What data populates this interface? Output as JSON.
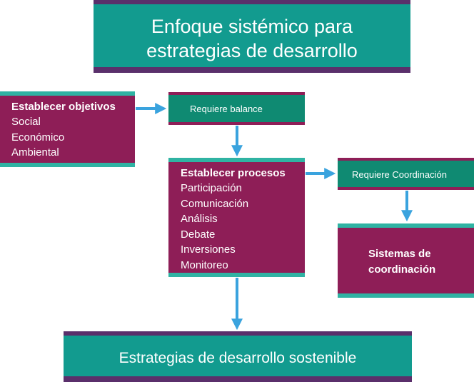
{
  "title": {
    "line1": "Enfoque sistémico para",
    "line2": "estrategias de desarrollo"
  },
  "objetivos": {
    "heading": "Establecer objetivos",
    "items": [
      "Social",
      "Económico",
      "Ambiental"
    ]
  },
  "balance": {
    "label": "Requiere balance"
  },
  "procesos": {
    "heading": "Establecer procesos",
    "items": [
      "Participación",
      "Comunicación",
      "Análisis",
      "Debate",
      "Inversiones",
      "Monitoreo"
    ]
  },
  "coordinacion": {
    "label": "Requiere Coordinación"
  },
  "sistemas": {
    "line1": "Sistemas de",
    "line2": "coordinación"
  },
  "resultado": {
    "label": "Estrategias de desarrollo sostenible"
  },
  "colors": {
    "teal": "#129b8f",
    "purple": "#8e1e57",
    "dark_purple": "#5a2f6b",
    "light_teal": "#2fb3a3",
    "arrow": "#3aa3de"
  }
}
